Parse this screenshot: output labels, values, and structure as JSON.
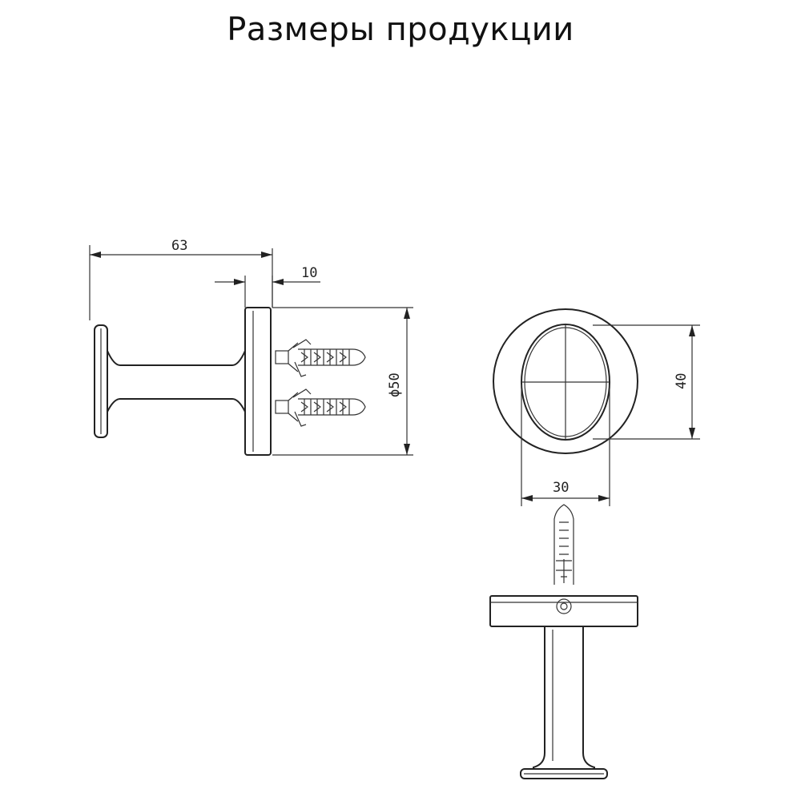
{
  "title": "Размеры продукции",
  "dimensions": {
    "length": "63",
    "base_thickness": "10",
    "base_diameter": "ϕ50",
    "oval_height": "40",
    "oval_width": "30"
  }
}
